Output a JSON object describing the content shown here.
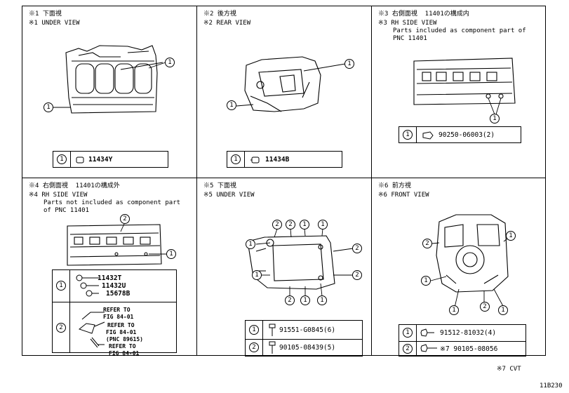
{
  "panels": [
    {
      "id": "p1",
      "title_jp": "※1 下面視",
      "title_en": "※1 UNDER VIEW",
      "legend": [
        {
          "num": "1",
          "parts": [
            "11434Y"
          ]
        }
      ]
    },
    {
      "id": "p2",
      "title_jp": "※2 後方視",
      "title_en": "※2 REAR VIEW",
      "legend": [
        {
          "num": "1",
          "parts": [
            "11434B"
          ]
        }
      ]
    },
    {
      "id": "p3",
      "title_jp": "※3 右側面視  11401の構成内",
      "title_en": "※3 RH SIDE VIEW",
      "note": "Parts included as component part of\nPNC 11401",
      "legend": [
        {
          "num": "1",
          "parts": [
            "90250-06003(2)"
          ]
        }
      ]
    },
    {
      "id": "p4",
      "title_jp": "※4 右側面視  11401の構成外",
      "title_en": "※4 RH SIDE VIEW",
      "note": "Parts not included as component part\nof PNC 11401",
      "legend": [
        {
          "num": "1",
          "parts": [
            "11432T",
            "11432U",
            "15678B"
          ]
        },
        {
          "num": "2",
          "parts": [
            "REFER TO",
            "FIG 84-01",
            "REFER TO",
            "FIG 84-01",
            "(PNC 89615)",
            "REFER TO",
            "FIG 84-01"
          ]
        }
      ]
    },
    {
      "id": "p5",
      "title_jp": "※5 下面視",
      "title_en": "※5 UNDER VIEW",
      "legend": [
        {
          "num": "1",
          "parts": [
            "91551-G0845(6)"
          ]
        },
        {
          "num": "2",
          "parts": [
            "90105-08439(5)"
          ]
        }
      ]
    },
    {
      "id": "p6",
      "title_jp": "※6 前方視",
      "title_en": "※6 FRONT VIEW",
      "legend": [
        {
          "num": "1",
          "parts": [
            "91512-81032(4)"
          ]
        },
        {
          "num": "2",
          "parts": [
            "※7 90105-08056"
          ]
        }
      ]
    }
  ],
  "callout_numbers": {
    "one": "1",
    "two": "2"
  },
  "footnote": "※7 CVT",
  "figure_code": "11B230"
}
